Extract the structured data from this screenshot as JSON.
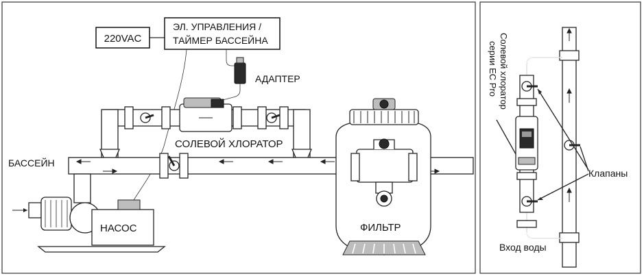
{
  "labels": {
    "power": "220VAC",
    "control_line1": "ЭЛ. УПРАВЛЕНИЯ /",
    "control_line2": "ТАЙМЕР БАССЕЙНА",
    "adapter": "АДАПТЕР",
    "salt_chlorinator": "СОЛЕВОЙ ХЛОРАТОР",
    "pool": "БАССЕЙН",
    "pump": "НАСОС",
    "filter": "ФИЛЬТР",
    "chlorinator_vertical_line1": "Солевой хлоратор",
    "chlorinator_vertical_line2": "серии EC Pro",
    "valves": "Клапаны",
    "water_inlet": "Вход воды"
  }
}
